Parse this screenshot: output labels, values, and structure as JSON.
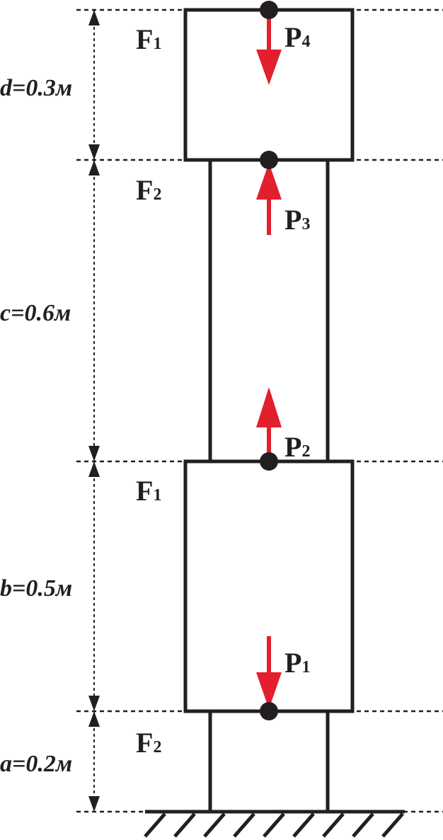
{
  "diagram": {
    "sections": [
      {
        "name": "a",
        "area": "F",
        "area_sub": "2",
        "dimension": "a=0.2м"
      },
      {
        "name": "b",
        "area": "F",
        "area_sub": "1",
        "dimension": "b=0.5м"
      },
      {
        "name": "c",
        "area": "F",
        "area_sub": "2",
        "dimension": "c=0.6м"
      },
      {
        "name": "d",
        "area": "F",
        "area_sub": "1",
        "dimension": "d=0.3м"
      }
    ],
    "forces": [
      {
        "label": "P",
        "sub": "1",
        "direction": "down"
      },
      {
        "label": "P",
        "sub": "2",
        "direction": "up"
      },
      {
        "label": "P",
        "sub": "3",
        "direction": "up"
      },
      {
        "label": "P",
        "sub": "4",
        "direction": "down"
      }
    ],
    "colors": {
      "force": "#e31e2d",
      "line": "#231f20"
    }
  }
}
